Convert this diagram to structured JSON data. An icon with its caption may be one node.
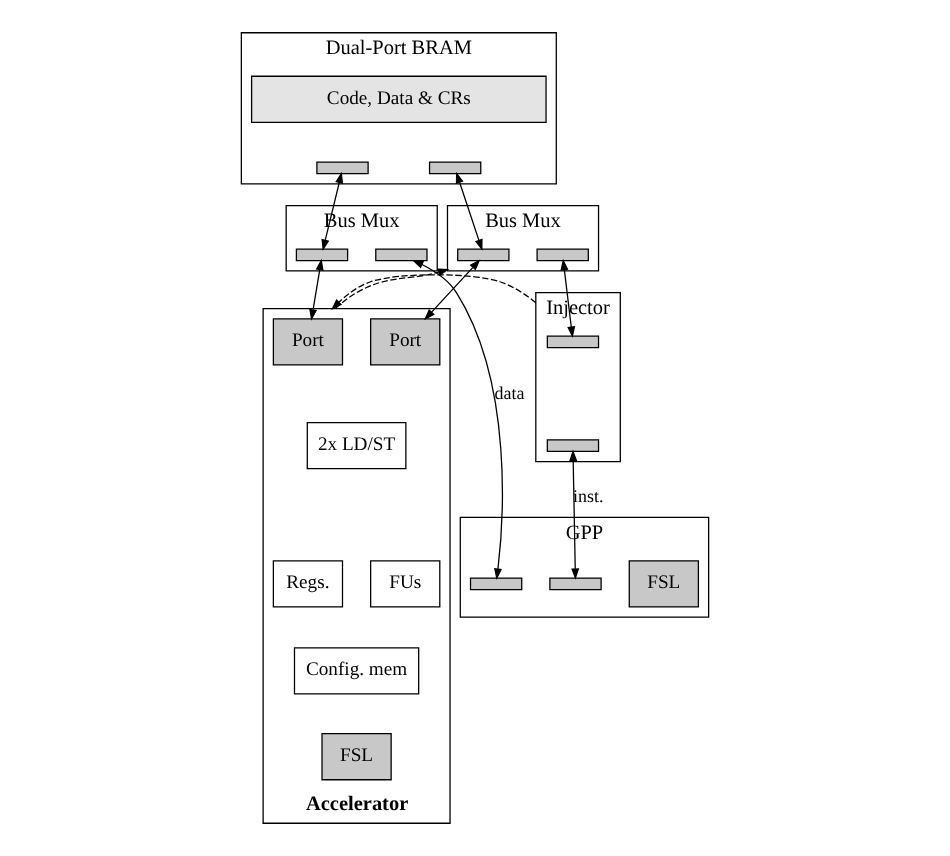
{
  "diagram": {
    "nodes": [
      {
        "text": [
          "Dual-Port BRAM"
        ]
      },
      {
        "text": [
          "Code, Data & CRs"
        ],
        "in": 0
      },
      {
        "text": [],
        "shape": "bar",
        "in": 0
      },
      {
        "text": [],
        "shape": "bar",
        "in": 0
      },
      {
        "text": [
          "Bus Mux"
        ]
      },
      {
        "text": [],
        "shape": "bar",
        "in": 4
      },
      {
        "text": [],
        "shape": "bar",
        "in": 4
      },
      {
        "text": [
          "Bus Mux"
        ]
      },
      {
        "text": [],
        "shape": "bar",
        "in": 7
      },
      {
        "text": [],
        "shape": "bar",
        "in": 7
      },
      {
        "text": [
          "Accelerator"
        ]
      },
      {
        "text": [
          "Port"
        ],
        "in": 10
      },
      {
        "text": [
          "Port"
        ],
        "in": 10
      },
      {
        "text": [
          "2x LD/ST"
        ],
        "in": 10
      },
      {
        "text": [
          "Regs."
        ],
        "in": 10
      },
      {
        "text": [
          "FUs"
        ],
        "in": 10
      },
      {
        "text": [
          "Config. mem"
        ],
        "in": 10
      },
      {
        "text": [
          "FSL"
        ],
        "in": 10
      },
      {
        "text": [
          "Injector"
        ]
      },
      {
        "text": [],
        "shape": "bar",
        "in": 18
      },
      {
        "text": [],
        "shape": "bar",
        "in": 18
      },
      {
        "text": [
          "GPP"
        ]
      },
      {
        "text": [
          "FSL"
        ],
        "in": 21
      },
      {
        "text": [],
        "shape": "bar",
        "in": 21
      },
      {
        "text": [],
        "shape": "bar",
        "in": 21
      }
    ],
    "edges": [
      {
        "from": 2,
        "to": 5,
        "arrow": "both"
      },
      {
        "from": 3,
        "to": 8,
        "arrow": "both"
      },
      {
        "from": 5,
        "to": 11,
        "arrow": "both"
      },
      {
        "from": 8,
        "to": 12,
        "arrow": "both"
      },
      {
        "from": 6,
        "to": 23,
        "arrow": "both",
        "label": "data"
      },
      {
        "from": 9,
        "to": 19,
        "arrow": "both"
      },
      {
        "from": 20,
        "to": 24,
        "arrow": "both",
        "label": "inst."
      },
      {
        "from": 18,
        "to": 10,
        "arrow": "to",
        "style": "dashed"
      },
      {
        "from": 10,
        "to": 7,
        "arrow": "to",
        "style": "dashed"
      }
    ]
  }
}
